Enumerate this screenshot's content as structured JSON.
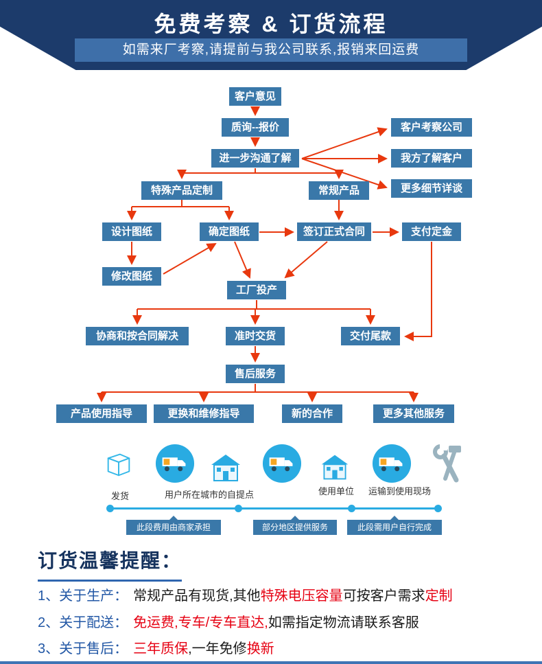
{
  "header": {
    "title": "免费考察 & 订货流程",
    "subtitle": "如需来厂考察,请提前与我公司联系,报销来回运费"
  },
  "flow": {
    "customer_opinion": "客户意见",
    "inquiry_quote": "质询--报价",
    "further_comm": "进一步沟通了解",
    "visit_company": "客户考察公司",
    "know_customer": "我方了解客户",
    "more_details": "更多细节详谈",
    "custom_product": "特殊产品定制",
    "regular_product": "常规产品",
    "design_drawing": "设计图纸",
    "confirm_drawing": "确定图纸",
    "sign_contract": "签订正式合同",
    "pay_deposit": "支付定金",
    "modify_drawing": "修改图纸",
    "factory_production": "工厂投产",
    "negotiate": "协商和按合同解决",
    "ontime_delivery": "准时交货",
    "pay_balance": "交付尾款",
    "aftersale_service": "售后服务",
    "usage_guide": "产品使用指导",
    "repair_guide": "更换和维修指导",
    "new_cooperation": "新的合作",
    "more_services": "更多其他服务"
  },
  "logistics": {
    "labels": {
      "shipping": "发货",
      "pickup_point": "用户所在城市的自提点",
      "use_unit": "使用单位",
      "transport_to_site": "运输到使用现场"
    },
    "timeline": {
      "seller_covers": "此段费用由商家承担",
      "partial_service": "部分地区提供服务",
      "user_completes": "此段需用户自行完成"
    }
  },
  "reminder": {
    "title": "订货温馨提醒：",
    "items": [
      {
        "label": "1、关于生产：",
        "segments": [
          {
            "text": "常规产品有现货,其他"
          },
          {
            "text": "特殊电压容量"
          },
          {
            "text": "可按客户需求"
          },
          {
            "text": "定制"
          }
        ]
      },
      {
        "label": "2、关于配送：",
        "segments": [
          {
            "text": "免运费,专车/专车直达,"
          },
          {
            "text": "如需指定物流请联系客服"
          }
        ]
      },
      {
        "label": "3、关于售后：",
        "segments": [
          {
            "text": "三年质保"
          },
          {
            "text": ",一年免修"
          },
          {
            "text": "换新"
          }
        ]
      }
    ]
  },
  "colors": {
    "header_dark": "#1c3b6b",
    "header_bar": "#3e6fa9",
    "node_blue": "#3a78a9",
    "arrow_red": "#e8380e",
    "icon_blue": "#29abe2",
    "icon_orange": "#f5a623",
    "accent_red": "#e60012",
    "text_blue": "#2257a5"
  }
}
